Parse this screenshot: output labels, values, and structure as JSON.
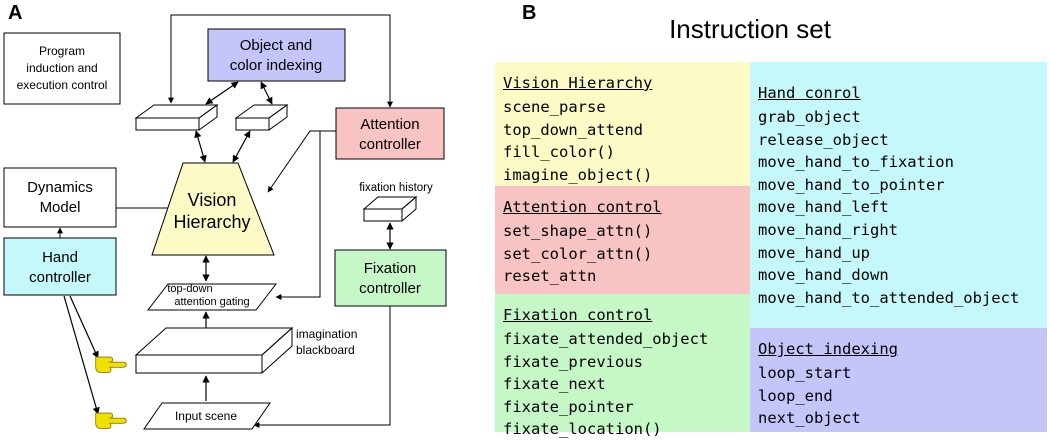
{
  "panel_a_label": "A",
  "panel_b_label": "B",
  "diagram": {
    "program_box": [
      "Program",
      "induction and",
      "execution control"
    ],
    "object_color_box": [
      "Object and",
      "color indexing"
    ],
    "attention_box": [
      "Attention",
      "controller"
    ],
    "dynamics_box": [
      "Dynamics",
      "Model"
    ],
    "vision_label": [
      "Vision",
      "Hierarchy"
    ],
    "hand_box": [
      "Hand",
      "controller"
    ],
    "fixation_history": "fixation history",
    "fixation_box": [
      "Fixation",
      "controller"
    ],
    "gating_label": [
      "top-down",
      "attention gating"
    ],
    "blackboard_label": [
      "imagination",
      "blackboard"
    ],
    "input_scene": "Input scene"
  },
  "instruction_set": {
    "title": "Instruction set",
    "groups": [
      {
        "title": "Vision Hierarchy",
        "color": "#fcfac5",
        "items": [
          "scene_parse",
          "top_down_attend",
          "fill_color()",
          "imagine_object()"
        ]
      },
      {
        "title": "Attention control",
        "color": "#f8c3c3",
        "items": [
          "set_shape_attn()",
          "set_color_attn()",
          "reset_attn"
        ]
      },
      {
        "title": "Fixation control",
        "color": "#c6f7c6",
        "items": [
          "fixate_attended_object",
          "fixate_previous",
          "fixate_next",
          "fixate_pointer",
          "fixate_location()"
        ]
      },
      {
        "title": "Hand conrol",
        "color": "#c5f8fb",
        "items": [
          "grab_object",
          "release_object",
          "move_hand_to_fixation",
          "move_hand_to_pointer",
          "move_hand_left",
          "move_hand_right",
          "move_hand_up",
          "move_hand_down",
          "move_hand_to_attended_object"
        ]
      },
      {
        "title": "Object indexing",
        "color": "#c5c5fa",
        "items": [
          "loop_start",
          "loop_end",
          "next_object"
        ]
      }
    ]
  }
}
